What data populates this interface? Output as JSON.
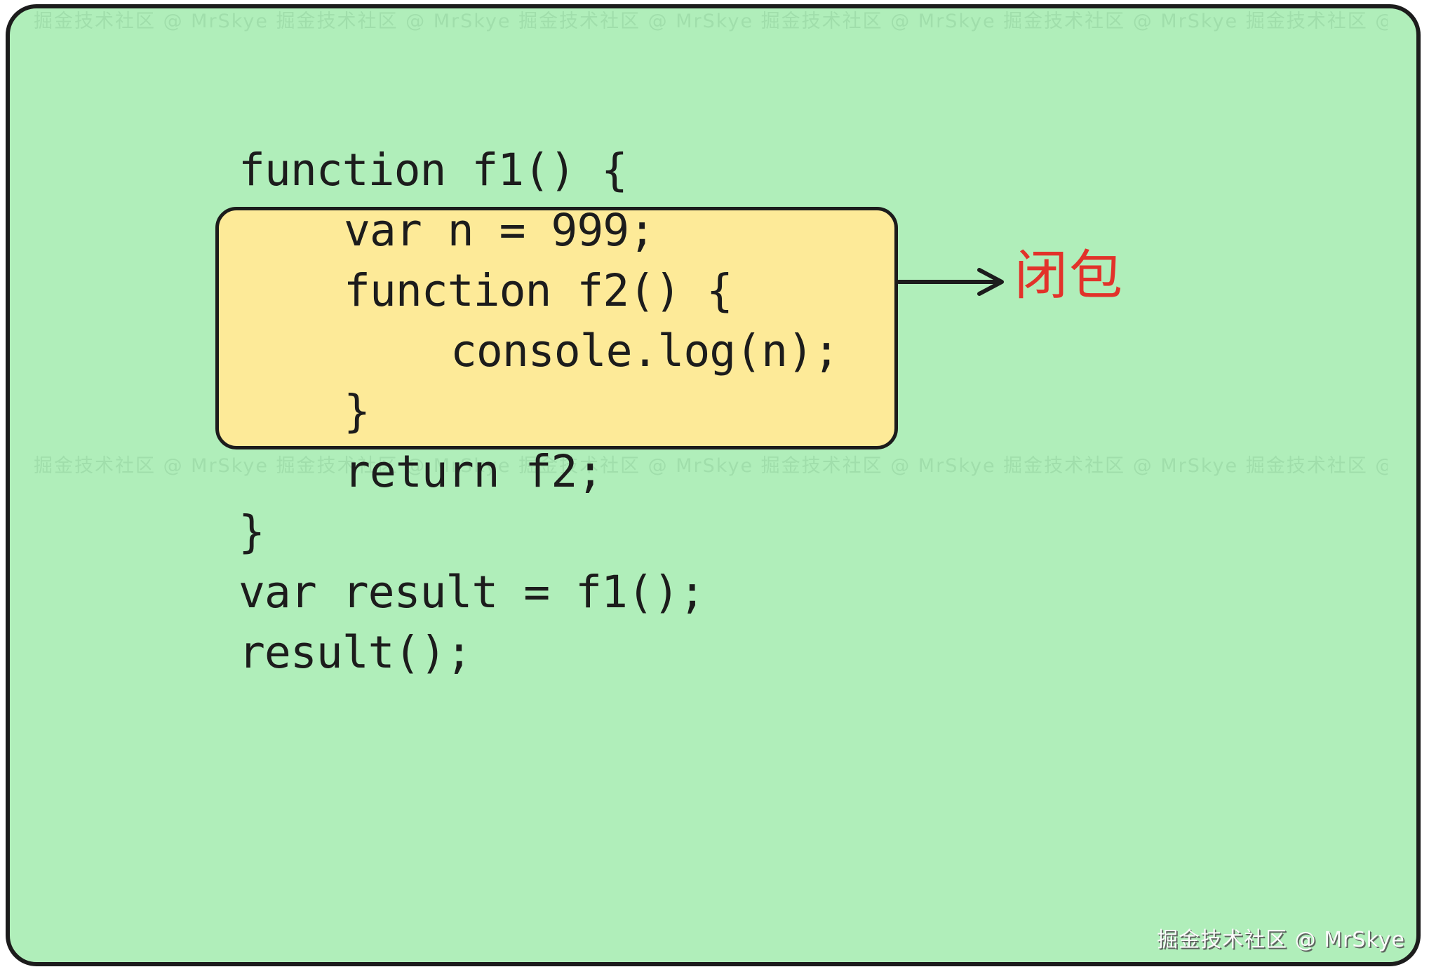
{
  "colors": {
    "canvas_background": "#b0eeba",
    "highlight_box_fill": "#fdea98",
    "ink": "#1c1c1c",
    "annotation_red": "#e2322a"
  },
  "code": {
    "lines": [
      {
        "text": "function f1() {"
      },
      {
        "text": "var n = 999;"
      },
      {
        "text": "function f2() {"
      },
      {
        "text": "console.log(n);"
      },
      {
        "text": "}"
      },
      {
        "text": "return f2;"
      },
      {
        "text": "}"
      },
      {
        "text": "var result = f1();"
      },
      {
        "text": "result();"
      }
    ]
  },
  "annotation": {
    "label": "闭包"
  },
  "watermark": {
    "text": "掘金技术社区 @ MrSkye",
    "tile_repeat": 12
  }
}
